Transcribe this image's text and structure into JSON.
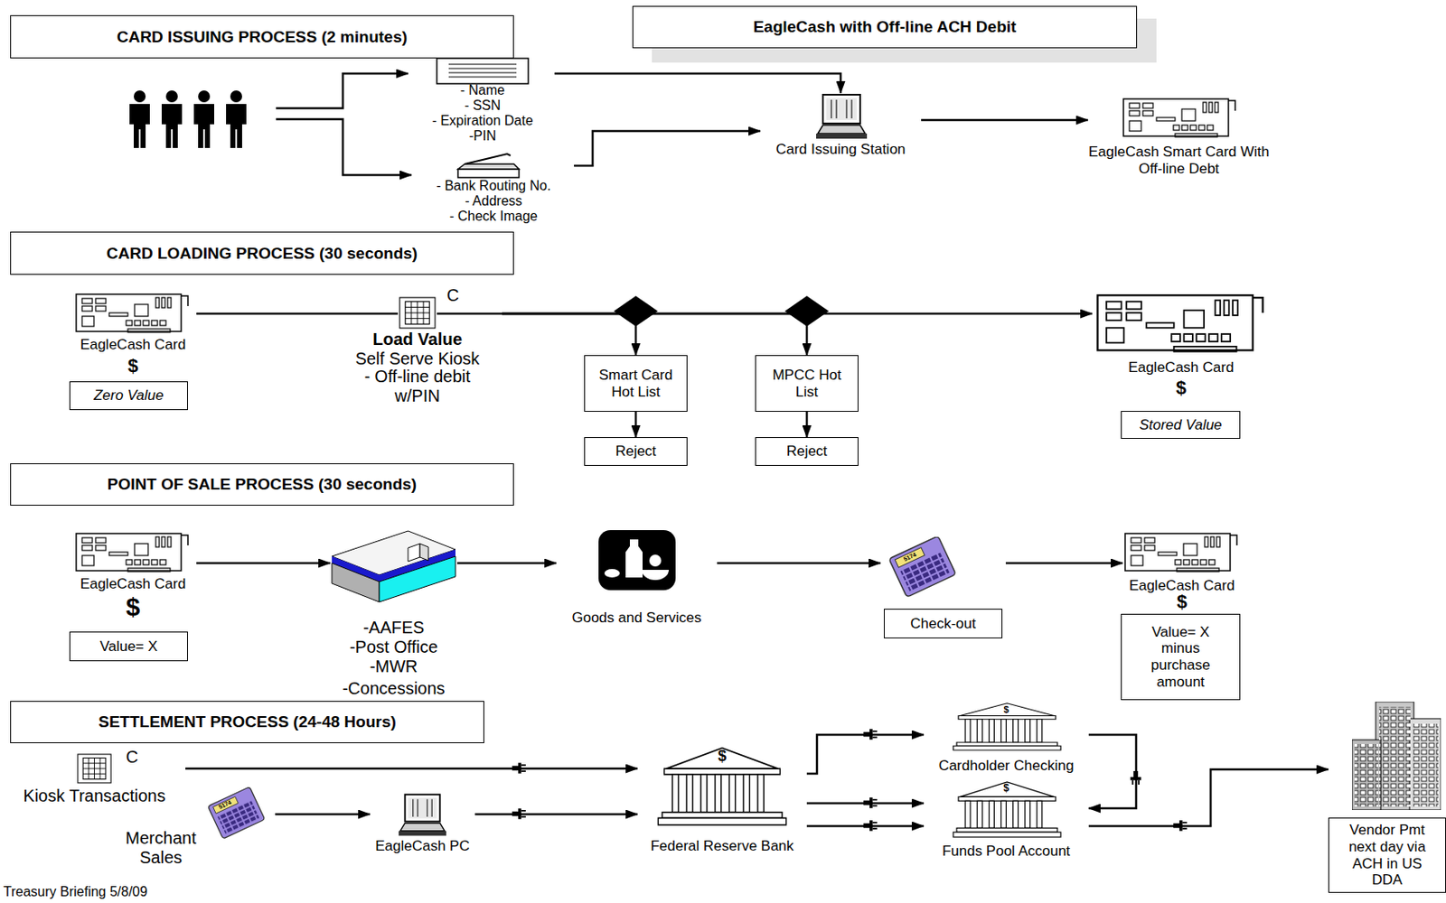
{
  "diagram": {
    "title": "EagleCash with Off-line ACH Debit",
    "nodes": [
      {
        "text": [
          "CARD ISSUING PROCESS (2 minutes)"
        ]
      },
      {
        "text": [
          "- Name",
          "- SSN",
          "- Expiration Date",
          "-PIN"
        ]
      },
      {
        "text": [
          "- Bank Routing No.",
          "- Address",
          "- Check Image"
        ]
      },
      {
        "text": [
          "Card Issuing Station"
        ]
      },
      {
        "text": [
          "EagleCash Smart Card With Off-line Debt"
        ]
      },
      {
        "text": [
          "CARD LOADING PROCESS (30 seconds)"
        ]
      },
      {
        "text": [
          "EagleCash Card",
          "$"
        ]
      },
      {
        "text": [
          "Zero Value"
        ]
      },
      {
        "text": [
          "C",
          "Load Value",
          "Self Serve Kiosk",
          "- Off-line debit",
          "w/PIN"
        ]
      },
      {
        "text": [
          "Smart Card Hot List"
        ]
      },
      {
        "text": [
          "Reject"
        ]
      },
      {
        "text": [
          "MPCC Hot List"
        ]
      },
      {
        "text": [
          "Reject"
        ]
      },
      {
        "text": [
          "EagleCash Card",
          "$"
        ]
      },
      {
        "text": [
          "Stored Value"
        ]
      },
      {
        "text": [
          "POINT OF SALE PROCESS (30 seconds)"
        ]
      },
      {
        "text": [
          "EagleCash Card",
          "$"
        ]
      },
      {
        "text": [
          "Value= X"
        ]
      },
      {
        "text": [
          "-AAFES",
          "-Post Office",
          "-MWR",
          "-Concessions"
        ]
      },
      {
        "text": [
          "Goods and Services"
        ]
      },
      {
        "text": [
          "5174",
          "Check-out"
        ]
      },
      {
        "text": [
          "EagleCash Card",
          "$"
        ]
      },
      {
        "text": [
          "Value= X minus purchase amount"
        ]
      },
      {
        "text": [
          "SETTLEMENT PROCESS (24-48 Hours)"
        ]
      },
      {
        "text": [
          "C",
          "Kiosk Transactions"
        ]
      },
      {
        "text": [
          "5174",
          "Merchant Sales"
        ]
      },
      {
        "text": [
          "EagleCash PC"
        ]
      },
      {
        "text": [
          "$",
          "Federal Reserve Bank"
        ]
      },
      {
        "text": [
          "$",
          "Cardholder Checking"
        ]
      },
      {
        "text": [
          "$",
          "Funds Pool Account"
        ]
      },
      {
        "text": [
          "Vendor Pmt next day via ACH in US DDA"
        ]
      }
    ],
    "edges": [
      {
        "from": 1,
        "to": 3,
        "arrow": "to"
      },
      {
        "from": 2,
        "to": 3,
        "arrow": "to"
      },
      {
        "from": 3,
        "to": 4,
        "arrow": "to"
      },
      {
        "from": 6,
        "to": 8,
        "arrow": "none"
      },
      {
        "from": 8,
        "to": 9,
        "arrow": "to"
      },
      {
        "from": 9,
        "to": 10,
        "arrow": "to"
      },
      {
        "from": 8,
        "to": 11,
        "arrow": "to"
      },
      {
        "from": 11,
        "to": 12,
        "arrow": "to"
      },
      {
        "from": 8,
        "to": 13,
        "arrow": "to"
      },
      {
        "from": 16,
        "to": 18,
        "arrow": "to"
      },
      {
        "from": 18,
        "to": 19,
        "arrow": "to"
      },
      {
        "from": 19,
        "to": 20,
        "arrow": "to"
      },
      {
        "from": 20,
        "to": 21,
        "arrow": "to"
      },
      {
        "from": 24,
        "to": 27,
        "arrow": "to"
      },
      {
        "from": 25,
        "to": 26,
        "arrow": "to"
      },
      {
        "from": 26,
        "to": 27,
        "arrow": "to"
      },
      {
        "from": 27,
        "to": 28,
        "arrow": "to"
      },
      {
        "from": 27,
        "to": 29,
        "arrow": "to"
      },
      {
        "from": 27,
        "to": 29,
        "arrow": "to"
      },
      {
        "from": 28,
        "to": 29,
        "arrow": "to"
      },
      {
        "from": 29,
        "to": 30,
        "arrow": "to"
      }
    ],
    "labels": [
      "Treasury Briefing 5/8/09"
    ]
  }
}
